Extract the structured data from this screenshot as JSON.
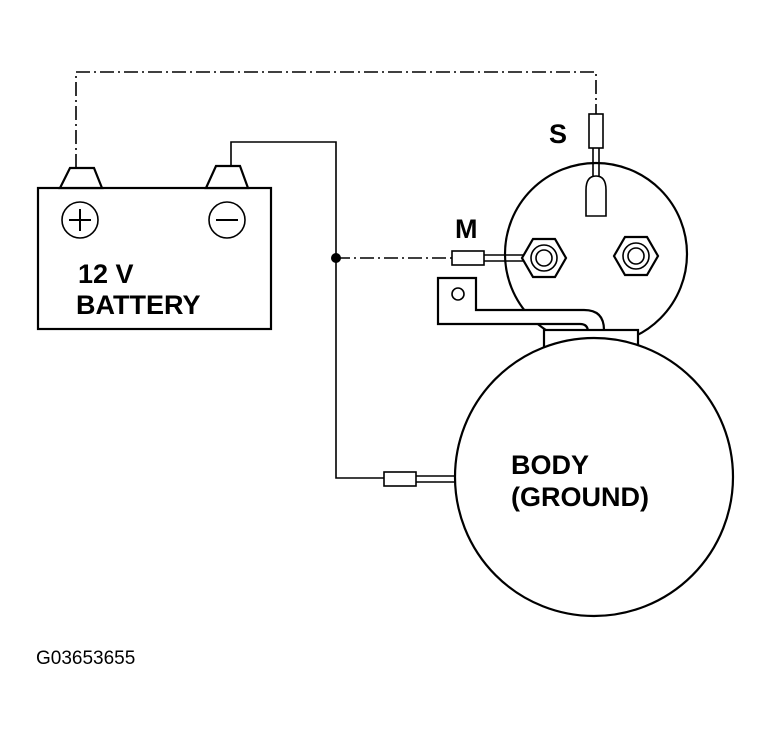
{
  "battery": {
    "voltage_label": "12 V",
    "name_label": "BATTERY",
    "positive_symbol": "+",
    "negative_symbol": "−"
  },
  "starter": {
    "s_terminal_label": "S",
    "m_terminal_label": "M",
    "body_label_line1": "BODY",
    "body_label_line2": "(GROUND)"
  },
  "figure_code": "G03653655"
}
